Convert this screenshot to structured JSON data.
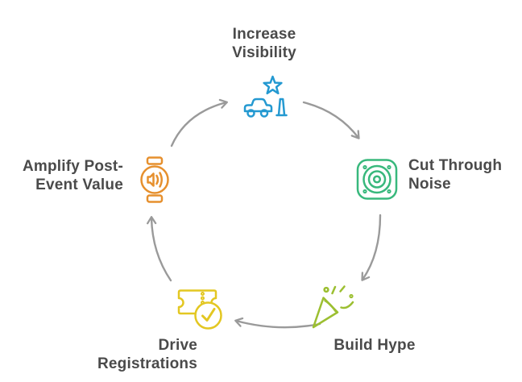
{
  "diagram": {
    "type": "circular-cycle",
    "nodes": {
      "top": {
        "line1": "Increase",
        "line2": "Visibility",
        "icon": "star-car-cone-icon"
      },
      "right": {
        "line1": "Cut Through",
        "line2": "Noise",
        "icon": "loudspeaker-icon"
      },
      "bottom_right": {
        "line1": "Build Hype",
        "icon": "party-popper-icon"
      },
      "bottom_left": {
        "line1": "Drive",
        "line2": "Registrations",
        "icon": "ticket-check-icon"
      },
      "left": {
        "line1": "Amplify Post-",
        "line2": "Event Value",
        "icon": "smartwatch-audio-icon"
      }
    },
    "arrows": [
      {
        "from": "left",
        "to": "top"
      },
      {
        "from": "top",
        "to": "right"
      },
      {
        "from": "right",
        "to": "bottom_right"
      },
      {
        "from": "bottom_right",
        "to": "bottom_left"
      },
      {
        "from": "bottom_left",
        "to": "left"
      }
    ]
  },
  "colors": {
    "background": "#ffffff",
    "text": "#4a4a4a",
    "arrow": "#9a9a9a",
    "top_icon": "#2499d1",
    "right_icon": "#38b87c",
    "bottom_right_icon": "#9cbf31",
    "bottom_left_icon": "#e3c722",
    "left_icon": "#e6902e"
  }
}
